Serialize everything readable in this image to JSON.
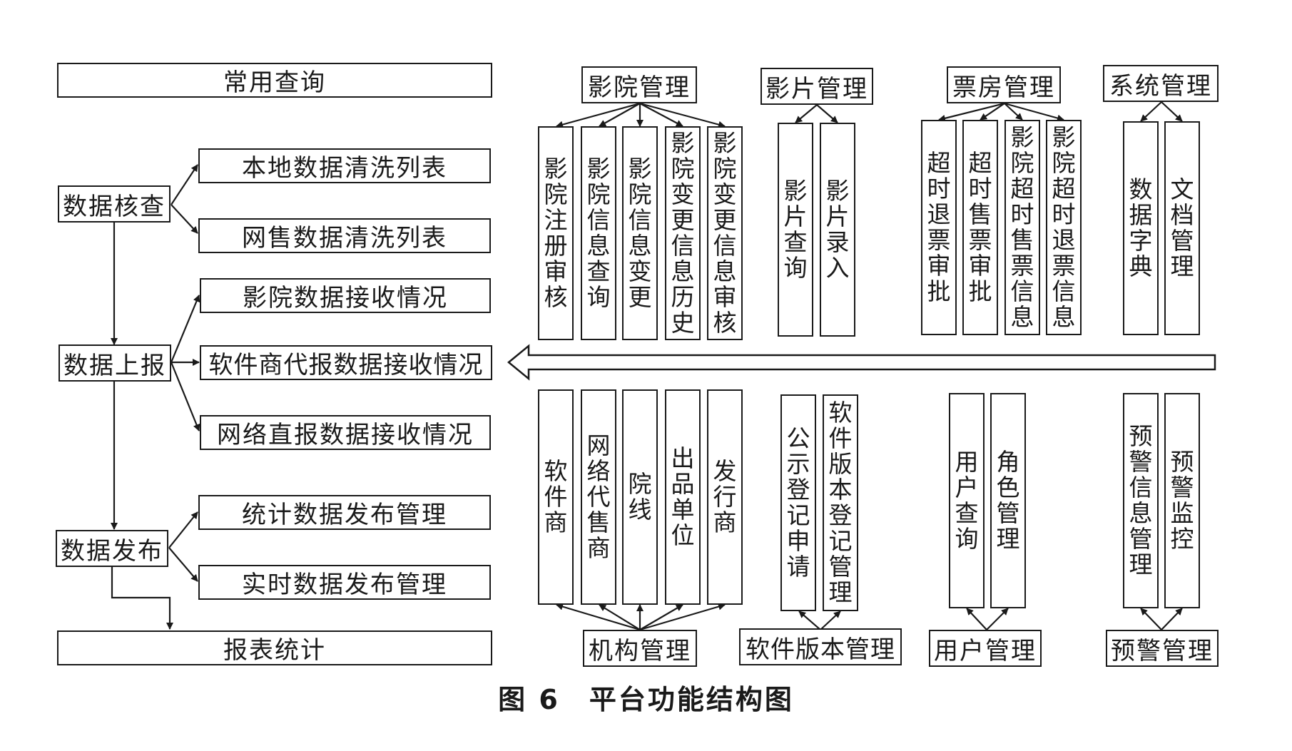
{
  "left": {
    "common_query": "常用查询",
    "data_check": {
      "label": "数据核查",
      "children": [
        "本地数据清洗列表",
        "网售数据清洗列表"
      ]
    },
    "data_report": {
      "label": "数据上报",
      "children": [
        "影院数据接收情况",
        "软件商代报数据接收情况",
        "网络直报数据接收情况"
      ]
    },
    "data_publish": {
      "label": "数据发布",
      "children": [
        "统计数据发布管理",
        "实时数据发布管理"
      ]
    },
    "report_stats": "报表统计"
  },
  "top_groups": [
    {
      "label": "影院管理",
      "children": [
        "影院注册审核",
        "影院信息查询",
        "影院信息变更",
        "影院变更信息历史",
        "影院变更信息审核"
      ]
    },
    {
      "label": "影片管理",
      "children": [
        "影片查询",
        "影片录入"
      ]
    },
    {
      "label": "票房管理",
      "children": [
        "超时退票审批",
        "超时售票审批",
        "影院超时售票信息",
        "影院超时退票信息"
      ]
    },
    {
      "label": "系统管理",
      "children": [
        "数据字典",
        "文档管理"
      ]
    }
  ],
  "bottom_groups": [
    {
      "label": "机构管理",
      "children": [
        "软件商",
        "网络代售商",
        "院线",
        "出品单位",
        "发行商"
      ]
    },
    {
      "label": "软件版本管理",
      "children": [
        "公示登记申请",
        "软件版本登记管理"
      ]
    },
    {
      "label": "用户管理",
      "children": [
        "用户查询",
        "角色管理"
      ]
    },
    {
      "label": "预警管理",
      "children": [
        "预警信息管理",
        "预警监控"
      ]
    }
  ],
  "caption": "图 6　平台功能结构图"
}
